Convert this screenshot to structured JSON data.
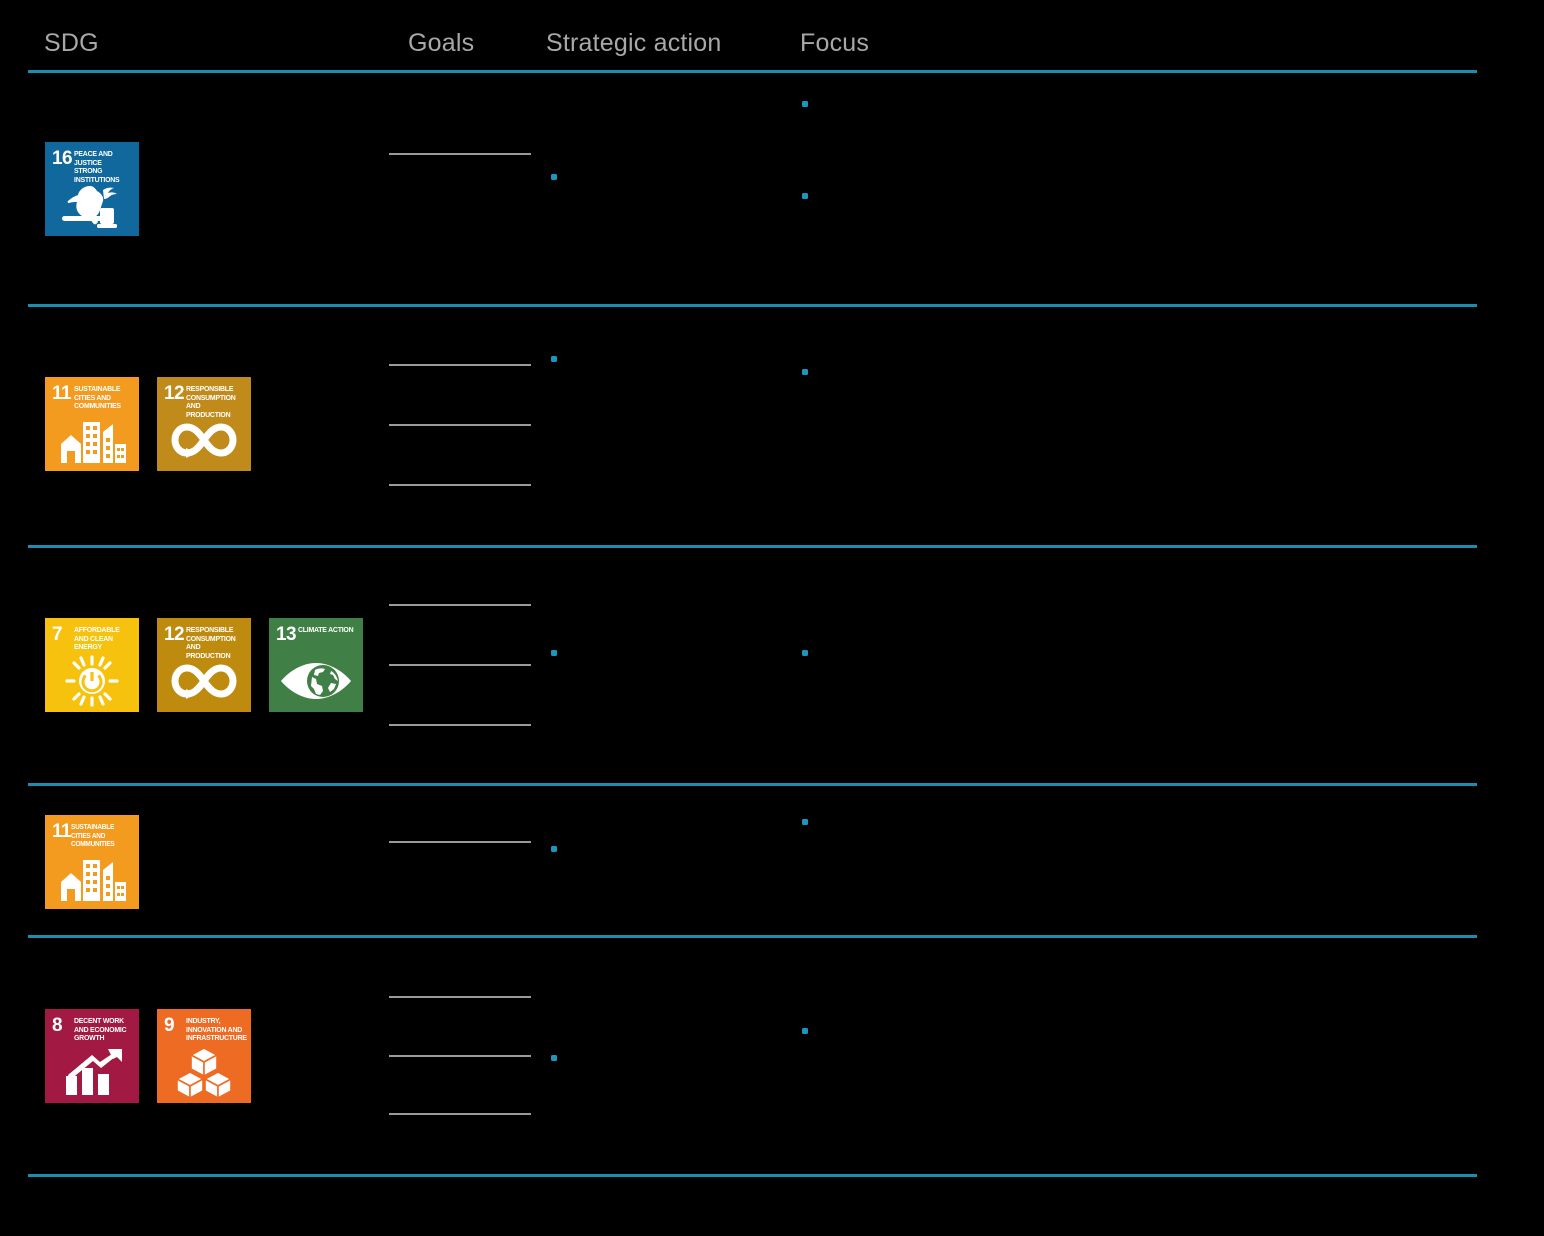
{
  "page": {
    "background_color": "#000000",
    "accent_color": "#1c8cb0",
    "bullet_color": "#1b96bd",
    "rule_color": "#9a9a9a",
    "header_text_color": "#a8a8a8"
  },
  "header": {
    "columns": [
      {
        "label": "SDG"
      },
      {
        "label": "Goals"
      },
      {
        "label": "Strategic action"
      },
      {
        "label": "Focus"
      }
    ]
  },
  "rows": [
    {
      "id": "row-1",
      "sdgs": [
        {
          "number": "16",
          "title": "Peace and justice strong institutions",
          "color": "#10689d",
          "icon": "dove-gavel-icon"
        }
      ],
      "goal_lines": 1,
      "strategic_action_bullets": 1,
      "focus_bullets": 2
    },
    {
      "id": "row-2",
      "sdgs": [
        {
          "number": "11",
          "title": "Sustainable cities and communities",
          "color": "#f29b1f",
          "icon": "city-buildings-icon"
        },
        {
          "number": "12",
          "title": "Responsible consumption and production",
          "color": "#c18b1c",
          "icon": "infinity-loop-icon"
        }
      ],
      "goal_lines": 3,
      "strategic_action_bullets": 1,
      "focus_bullets": 1
    },
    {
      "id": "row-3",
      "sdgs": [
        {
          "number": "7",
          "title": "Affordable and clean energy",
          "color": "#f7c20d",
          "icon": "sun-power-icon"
        },
        {
          "number": "12",
          "title": "Responsible consumption and production",
          "color": "#bf8b0e",
          "icon": "infinity-loop-icon"
        },
        {
          "number": "13",
          "title": "Climate action",
          "color": "#407f46",
          "icon": "eye-globe-icon"
        }
      ],
      "goal_lines": 3,
      "strategic_action_bullets": 1,
      "focus_bullets": 1
    },
    {
      "id": "row-4",
      "sdgs": [
        {
          "number": "11",
          "title": "Sustainable cities and communities",
          "color": "#f29b1f",
          "icon": "city-buildings-icon"
        }
      ],
      "goal_lines": 1,
      "strategic_action_bullets": 1,
      "focus_bullets": 1
    },
    {
      "id": "row-5",
      "sdgs": [
        {
          "number": "8",
          "title": "Decent work and economic growth",
          "color": "#a21a43",
          "icon": "growth-chart-icon"
        },
        {
          "number": "9",
          "title": "Industry, innovation and infrastructure",
          "color": "#ee6b23",
          "icon": "cubes-icon"
        }
      ],
      "goal_lines": 3,
      "strategic_action_bullets": 1,
      "focus_bullets": 1
    }
  ]
}
